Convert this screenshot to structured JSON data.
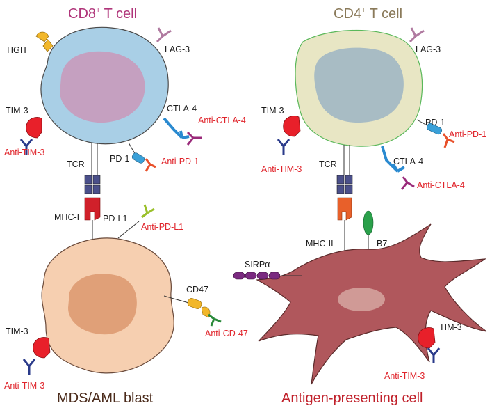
{
  "titles": {
    "cd8_main": "CD8",
    "cd8_sup": "+",
    "cd8_rest": " T cell",
    "cd4_main": "CD4",
    "cd4_sup": "+",
    "cd4_rest": " T cell",
    "mds": "MDS/AML blast",
    "apc": "Antigen-presenting cell"
  },
  "cd8": {
    "tigit": "TIGIT",
    "lag3": "LAG-3",
    "tim3": "TIM-3",
    "anti_tim3": "Anti-TIM-3",
    "ctla4": "CTLA-4",
    "anti_ctla4": "Anti-CTLA-4",
    "tcr": "TCR",
    "pd1": "PD-1",
    "anti_pd1": "Anti-PD-1"
  },
  "blast": {
    "mhc1": "MHC-I",
    "pdl1": "PD-L1",
    "anti_pdl1": "Anti-PD-L1",
    "cd47": "CD47",
    "anti_cd47": "Anti-CD-47",
    "tim3": "TIM-3",
    "anti_tim3": "Anti-TIM-3"
  },
  "cd4": {
    "lag3": "LAG-3",
    "tim3": "TIM-3",
    "anti_tim3": "Anti-TIM-3",
    "pd1": "PD-1",
    "anti_pd1": "Anti-PD-1",
    "tcr": "TCR",
    "ctla4": "CTLA-4",
    "anti_ctla4": "Anti-CTLA-4"
  },
  "apc": {
    "mhc2": "MHC-II",
    "b7": "B7",
    "sirpa": "SIRPα",
    "tim3": "TIM-3",
    "anti_tim3": "Anti-TIM-3"
  },
  "colors": {
    "cd8_title": "#b0357a",
    "cd4_title": "#8a7a5a",
    "mds_title": "#4a2a1a",
    "apc_title": "#c0202a",
    "antibody_red": "#e0242b"
  }
}
